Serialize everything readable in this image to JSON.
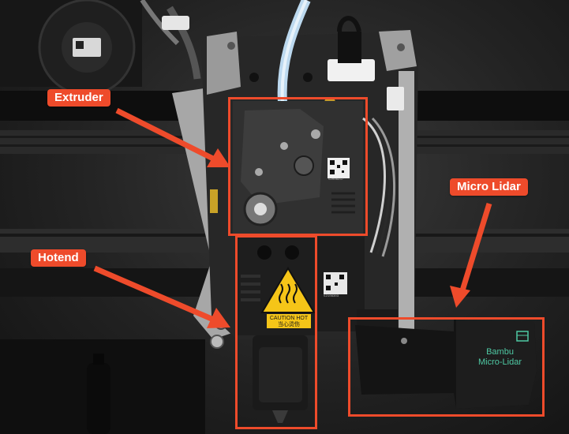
{
  "callouts": {
    "extruder": "Extruder",
    "hotend": "Hotend",
    "micro_lidar": "Micro Lidar"
  },
  "warning_label": {
    "line1": "CAUTION HOT",
    "line2": "当心烫伤",
    "icon": "hot-surface-warning-icon"
  },
  "lidar_label": {
    "line1": "Bambu",
    "line2": "Micro-Lidar",
    "icon": "lidar-sensor-icon"
  },
  "qr_labels": [
    {
      "code": "52008237"
    },
    {
      "code": "52108303"
    }
  ],
  "colors": {
    "highlight": "#ee4b2b",
    "lidar_text": "#4fc9a4",
    "warning_yellow": "#f5c518"
  }
}
